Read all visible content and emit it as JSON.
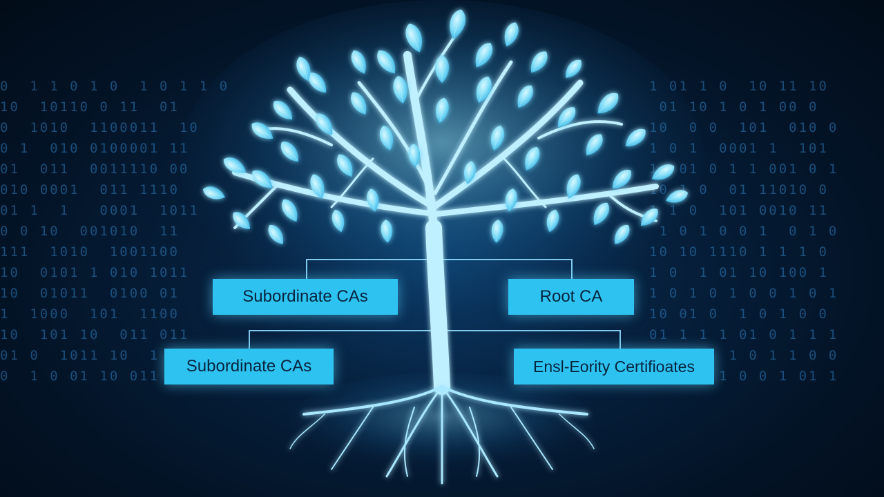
{
  "background": {
    "binary_left": "0  1 1 0 1 0  1 0 1 1 0\n10  10110 0 11  01\n0  1010  1100011  10\n0 1  010 0100001 11\n01  011  0011110 00\n010 0001  011 1110\n01 1  1   0001  1011\n0 0 10  001010  11\n111  1010  1001100\n10  0101 1 010 1011\n10  01011  0100 01\n1  1000  101  1100\n10  101 10  011 011\n01 0  1011 10  1 10\n0  1 0 01 10 011 0",
    "binary_right": "1 01 1 0  10 11 10\n 01 10 1 0 1 00 0\n10  0 0  101  010 0\n1 0 1  0001 1  101\n1  01 0 1 1 001 0 1\n10 1 0  01 11010 0\n1 1 0  101 0010 11\n 1 0 1 0 0 1  0 1 0\n10 10 1110 1 1 1 0\n1 0  1 01 10 100 1\n1 0 1 0 1 0 0 1 0 1\n10 01 0  1 0 1 0 0\n01 1 1 1 01 0 1 1 1\n1 01 0  1 0 1 1 0 0\n10 1 0 1 0 0 1 01 1"
  },
  "diagram": {
    "boxes": {
      "subordinate_1": "Subordinate CAs",
      "root": "Root CA",
      "subordinate_2": "Subordinate CAs",
      "end_entity": "Ensl-Eority Certifioates"
    }
  },
  "colors": {
    "background": "#031326",
    "binary_text": "#2f7dbb",
    "tree_glow": "#bff0ff",
    "leaf": "#6fd3f5",
    "box_fill": "#2ec2f0",
    "box_text": "#07243e"
  }
}
